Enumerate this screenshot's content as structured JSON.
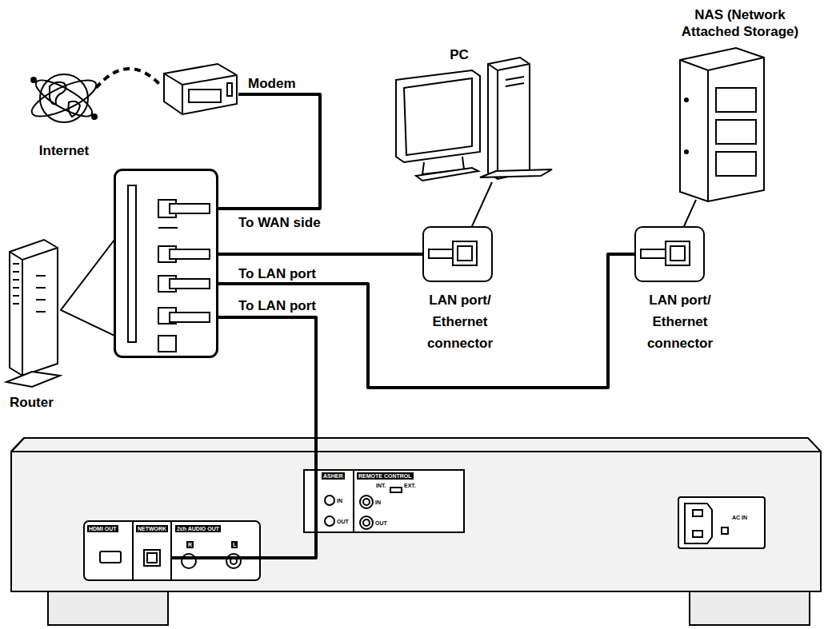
{
  "diagram": {
    "nodes": [
      {
        "text": [
          "Internet"
        ]
      },
      {
        "text": [
          "Modem"
        ]
      },
      {
        "text": [
          "Router"
        ]
      },
      {
        "text": [
          "PC"
        ]
      },
      {
        "text": [
          "NAS (Network Attached Storage)"
        ]
      },
      {
        "text": [
          "NETWORK"
        ]
      }
    ],
    "edges": [
      {
        "from": 0,
        "to": 1,
        "arrow": "none"
      },
      {
        "from": 1,
        "to": 2,
        "label": "To WAN side",
        "arrow": "none"
      },
      {
        "from": 2,
        "to": 3,
        "label": "To LAN port",
        "arrow": "none"
      },
      {
        "from": 2,
        "to": 4,
        "arrow": "none"
      },
      {
        "from": 2,
        "to": 5,
        "label": "To LAN port",
        "arrow": "none"
      }
    ],
    "labels": [
      "LAN port/ Ethernet connector",
      "LAN port/ Ethernet connector",
      "HDMI OUT",
      "2ch AUDIO OUT",
      "R",
      "L",
      "ASHER",
      "IN",
      "OUT",
      "REMOTE CONTROL",
      "INT.",
      "EXT.",
      "IN",
      "OUT",
      "AC IN"
    ]
  }
}
